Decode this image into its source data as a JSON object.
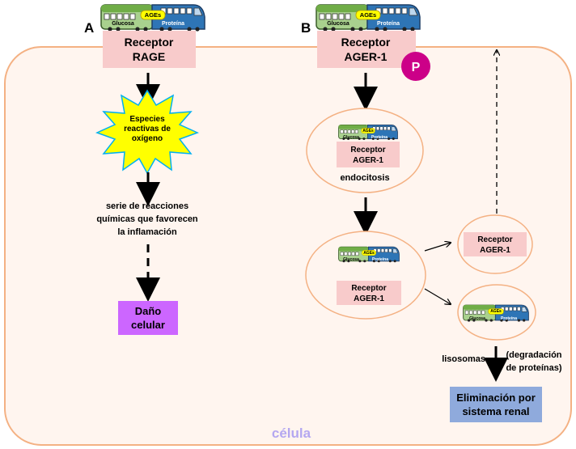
{
  "panel_a": {
    "letter": "A",
    "train": {
      "left_car": "Glucosa",
      "badge": "AGEs",
      "right_car": "Proteína"
    },
    "receptor": {
      "line1": "Receptor",
      "line2": "RAGE"
    },
    "ros": {
      "line1": "Especies",
      "line2": "reactivas de",
      "line3": "oxígeno"
    },
    "reactions": {
      "line1": "serie de reacciones",
      "line2": "químicas que favorecen",
      "line3": "la inflamación"
    },
    "damage": {
      "line1": "Daño",
      "line2": "celular"
    }
  },
  "panel_b": {
    "letter": "B",
    "train": {
      "left_car": "Glucosa",
      "badge": "AGEs",
      "right_car": "Proteína"
    },
    "receptor": {
      "line1": "Receptor",
      "line2": "AGER-1"
    },
    "phospho": "P",
    "vesicle1": {
      "train": {
        "left_car": "Glucosa",
        "badge": "AGEs",
        "right_car": "Proteína"
      },
      "receptor": {
        "line1": "Receptor",
        "line2": "AGER-1"
      },
      "label": "endocitosis"
    },
    "vesicle2": {
      "train": {
        "left_car": "Glucosa",
        "badge": "AGEs",
        "right_car": "Proteína"
      },
      "receptor": {
        "line1": "Receptor",
        "line2": "AGER-1"
      }
    },
    "vesicle_recycle": {
      "receptor": {
        "line1": "Receptor",
        "line2": "AGER-1"
      }
    },
    "vesicle_lyso": {
      "train": {
        "left_car": "Glucosa",
        "badge": "AGEs",
        "right_car": "Proteína"
      }
    },
    "lysosome_label": "lisosomas",
    "degradation": {
      "line1": "(degradación",
      "line2": "de proteínas)"
    },
    "elimination": {
      "line1": "Eliminación por",
      "line2": "sistema renal"
    }
  },
  "cell_label": "célula",
  "colors": {
    "cell_border": "#f4b183",
    "cell_fill": "#fff5ef",
    "receptor_fill": "#f8cbcb",
    "green_car": "#a9d18e",
    "blue_car": "#2e75b6",
    "badge_yellow": "#ffff00",
    "star_yellow": "#ffff00",
    "damage_fill": "#cc66ff",
    "elimination_fill": "#8faadc",
    "phospho_fill": "#cc0088",
    "cell_label_color": "#b4a7f0"
  }
}
